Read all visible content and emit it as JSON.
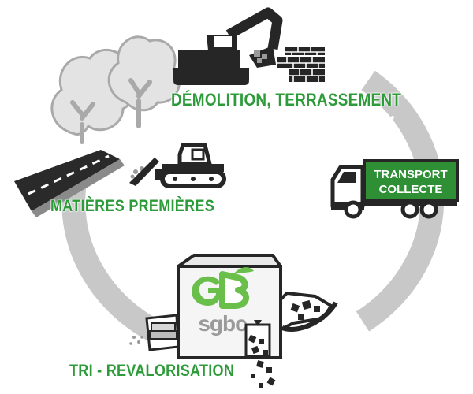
{
  "diagram": {
    "stages": {
      "demolition": "DÉMOLITION, TERRASSEMENT",
      "transport_line1": "TRANSPORT",
      "transport_line2": "COLLECTE",
      "tri": "TRI - REVALORISATION",
      "matieres": "MATIÈRES PREMIÈRES"
    },
    "logo": {
      "initials": "GB",
      "brand": "sgbc"
    },
    "colors": {
      "accent_green": "#2e9b3a",
      "dark_icon": "#262626",
      "cycle_ring": "#c8c8c8",
      "tree_gray": "#cfcfcf"
    },
    "icons": [
      "excavator-icon",
      "brick-wall-icon",
      "truck-icon",
      "recycling-machine-icon",
      "bulldozer-icon",
      "road-icon",
      "trees-icon"
    ]
  }
}
